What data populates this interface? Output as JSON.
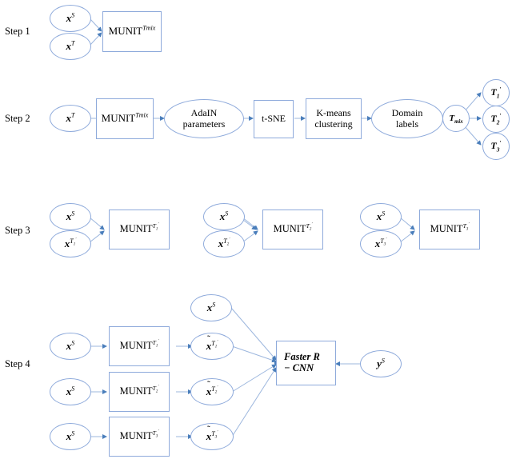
{
  "figure": {
    "title": "Four-step MUNIT domain-adaptation pipeline diagram",
    "background_color": "#ffffff",
    "shape_border_color": "#8EAADB",
    "edge_color": "#9DB7DE",
    "text_color": "#000000"
  },
  "steps": [
    {
      "id": "step1",
      "label": "Step 1"
    },
    {
      "id": "step2",
      "label": "Step 2"
    },
    {
      "id": "step3",
      "label": "Step 3"
    },
    {
      "id": "step4",
      "label": "Step 4"
    }
  ],
  "step1": {
    "nodes": [
      {
        "name": "node-xs",
        "shape": "ellipse",
        "base": "x",
        "sup": "S",
        "tilde": false
      },
      {
        "name": "node-xt",
        "shape": "ellipse",
        "base": "x",
        "sup": "T",
        "tilde": false
      },
      {
        "name": "node-munit-tmix",
        "shape": "rect",
        "base": "MUNIT",
        "sup": "Tmix",
        "tilde": false
      }
    ]
  },
  "step2": {
    "nodes": [
      {
        "name": "node-xt",
        "shape": "ellipse",
        "base": "x",
        "sup": "T"
      },
      {
        "name": "node-munit-tmix",
        "shape": "rect",
        "base": "MUNIT",
        "sup": "Tmix"
      },
      {
        "name": "node-adain-parameters",
        "shape": "ellipse",
        "line1": "AdaIN",
        "line2": "parameters"
      },
      {
        "name": "node-tsne",
        "shape": "rect",
        "line1": "t-SNE"
      },
      {
        "name": "node-kmeans-clustering",
        "shape": "rect",
        "line1": "K-means",
        "line2": "clustering"
      },
      {
        "name": "node-domain-labels",
        "shape": "ellipse",
        "line1": "Domain",
        "line2": "labels"
      },
      {
        "name": "node-tmix",
        "shape": "circle",
        "base": "T",
        "sub": "mix"
      },
      {
        "name": "node-t1-prime",
        "shape": "circle",
        "base": "T",
        "sub": "1",
        "prime": true
      },
      {
        "name": "node-t2-prime",
        "shape": "circle",
        "base": "T",
        "sub": "2",
        "prime": true
      },
      {
        "name": "node-t3-prime",
        "shape": "circle",
        "base": "T",
        "sub": "3",
        "prime": true
      }
    ]
  },
  "step3": {
    "groups": [
      {
        "name": "group-1",
        "nodes": [
          {
            "name": "node-xs",
            "shape": "ellipse",
            "base": "x",
            "sup": "S"
          },
          {
            "name": "node-xt1-prime",
            "shape": "ellipse",
            "base": "x",
            "supBase": "T",
            "supSub": "1",
            "supPrime": true
          },
          {
            "name": "node-munit-t1-prime",
            "shape": "rect",
            "base": "MUNIT",
            "supBase": "T",
            "supSub": "1",
            "supPrime": true
          }
        ]
      },
      {
        "name": "group-2",
        "nodes": [
          {
            "name": "node-xs",
            "shape": "ellipse",
            "base": "x",
            "sup": "S"
          },
          {
            "name": "node-xt2-prime",
            "shape": "ellipse",
            "base": "x",
            "supBase": "T",
            "supSub": "2",
            "supPrime": true
          },
          {
            "name": "node-munit-t2-prime",
            "shape": "rect",
            "base": "MUNIT",
            "supBase": "T",
            "supSub": "2",
            "supPrime": true
          }
        ]
      },
      {
        "name": "group-3",
        "nodes": [
          {
            "name": "node-xs",
            "shape": "ellipse",
            "base": "x",
            "sup": "S"
          },
          {
            "name": "node-xt3-prime",
            "shape": "ellipse",
            "base": "x",
            "supBase": "T",
            "supSub": "3",
            "supPrime": true
          },
          {
            "name": "node-munit-t3-prime",
            "shape": "rect",
            "base": "MUNIT",
            "supBase": "T",
            "supSub": "3",
            "supPrime": true
          }
        ]
      }
    ]
  },
  "step4": {
    "nodes": [
      {
        "name": "node-xs-row1",
        "shape": "ellipse",
        "base": "x",
        "sup": "S"
      },
      {
        "name": "node-xs-row2",
        "shape": "ellipse",
        "base": "x",
        "sup": "S"
      },
      {
        "name": "node-xs-row3",
        "shape": "ellipse",
        "base": "x",
        "sup": "S"
      },
      {
        "name": "node-munit-t1-prime",
        "shape": "rect",
        "base": "MUNIT",
        "supBase": "T",
        "supSub": "1",
        "supPrime": true
      },
      {
        "name": "node-munit-t2-prime",
        "shape": "rect",
        "base": "MUNIT",
        "supBase": "T",
        "supSub": "2",
        "supPrime": true
      },
      {
        "name": "node-munit-t3-prime",
        "shape": "rect",
        "base": "MUNIT",
        "supBase": "T",
        "supSub": "3",
        "supPrime": true
      },
      {
        "name": "node-xs-top",
        "shape": "ellipse",
        "base": "x",
        "sup": "S"
      },
      {
        "name": "node-xtilde-t1-prime",
        "shape": "ellipse",
        "base": "x",
        "tilde": true,
        "supBase": "T",
        "supSub": "1",
        "supPrime": true
      },
      {
        "name": "node-xtilde-t2-prime",
        "shape": "ellipse",
        "base": "x",
        "tilde": true,
        "supBase": "T",
        "supSub": "2",
        "supPrime": true
      },
      {
        "name": "node-xtilde-t3-prime",
        "shape": "ellipse",
        "base": "x",
        "tilde": true,
        "supBase": "T",
        "supSub": "3",
        "supPrime": true
      },
      {
        "name": "node-faster-rcnn",
        "shape": "rect",
        "line1": "Faster R",
        "line2": "− CNN"
      },
      {
        "name": "node-ys",
        "shape": "ellipse",
        "base": "y",
        "sup": "S"
      }
    ],
    "faster_rcnn_label_line1": "Faster R",
    "faster_rcnn_label_line2": "− CNN"
  },
  "text": {
    "adain_line1": "AdaIN",
    "adain_line2": "parameters",
    "tsne": "t-SNE",
    "kmeans_line1": "K-means",
    "kmeans_line2": "clustering",
    "domain_line1": "Domain",
    "domain_line2": "labels",
    "munit": "MUNIT",
    "x": "x",
    "y": "y",
    "T": "T",
    "S": "S",
    "mix": "mix",
    "Tmix": "Tmix",
    "one": "1",
    "two": "2",
    "three": "3",
    "prime": "′",
    "tilde": "˜",
    "faster_r": "Faster R",
    "minus_cnn": "− CNN"
  }
}
